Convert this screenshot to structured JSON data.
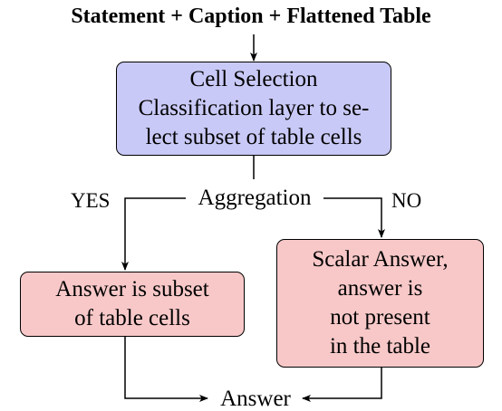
{
  "title": "Statement + Caption + Flattened Table",
  "colors": {
    "cell_selection_fill": "#c9c9f7",
    "answer_box_fill": "#f8c8c8",
    "stroke": "#000000"
  },
  "nodes": {
    "cell_selection": {
      "lines": [
        "Cell Selection",
        "Classification layer to se-",
        "lect subset of table cells"
      ]
    },
    "aggregation": {
      "label": "Aggregation"
    },
    "subset_answer": {
      "lines": [
        "Answer is subset",
        "of table cells"
      ]
    },
    "scalar_answer": {
      "lines": [
        "Scalar Answer,",
        "answer is",
        "not present",
        "in the table"
      ]
    },
    "answer": {
      "label": "Answer"
    }
  },
  "branches": {
    "yes_label": "YES",
    "no_label": "NO"
  }
}
